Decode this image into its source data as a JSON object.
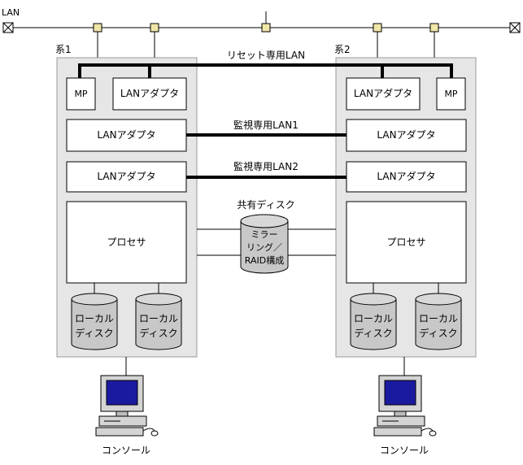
{
  "lan": {
    "label": "LAN"
  },
  "system1": {
    "title": "系1",
    "mp": "MP",
    "lan_adapter_top": "LANアダプタ",
    "lan_adapter_mon1": "LANアダプタ",
    "lan_adapter_mon2": "LANアダプタ",
    "processor": "プロセサ",
    "local_disks": [
      {
        "line1": "ローカル",
        "line2": "ディスク"
      },
      {
        "line1": "ローカル",
        "line2": "ディスク"
      }
    ],
    "console": "コンソール"
  },
  "system2": {
    "title": "系2",
    "mp": "MP",
    "lan_adapter_top": "LANアダプタ",
    "lan_adapter_mon1": "LANアダプタ",
    "lan_adapter_mon2": "LANアダプタ",
    "processor": "プロセサ",
    "local_disks": [
      {
        "line1": "ローカル",
        "line2": "ディスク"
      },
      {
        "line1": "ローカル",
        "line2": "ディスク"
      }
    ],
    "console": "コンソール"
  },
  "links": {
    "reset_lan": "リセット専用LAN",
    "monitor_lan1": "監視専用LAN1",
    "monitor_lan2": "監視専用LAN2"
  },
  "shared_disk": {
    "title": "共有ディスク",
    "line1": "ミラー",
    "line2": "リング／",
    "line3": "RAID構成"
  },
  "colors": {
    "system_fill": "#e6e6e6",
    "disk_fill": "#c8c8c8",
    "lan_node": "#f0e6a8",
    "monitor_screen": "#1a1aa0"
  }
}
